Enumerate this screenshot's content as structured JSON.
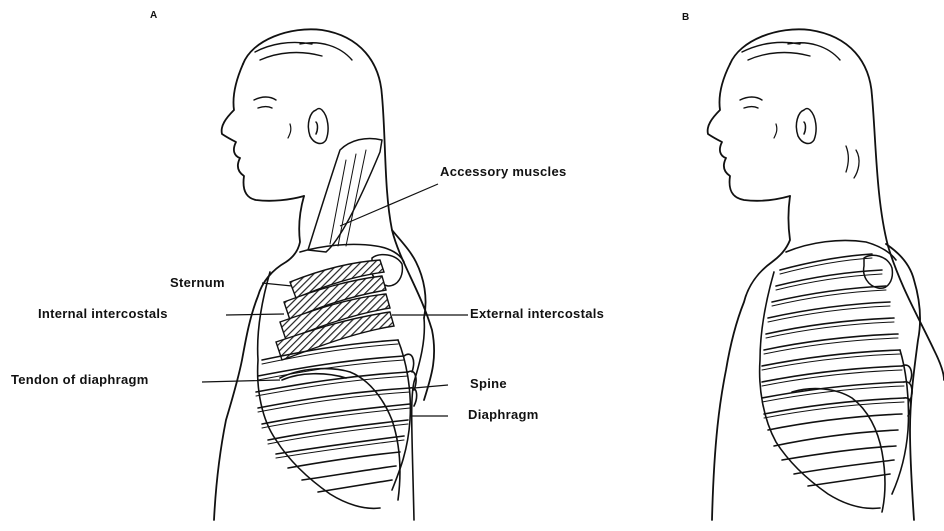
{
  "panels": {
    "a": {
      "letter": "A"
    },
    "b": {
      "letter": "B"
    }
  },
  "labels": {
    "accessory_muscles": "Accessory muscles",
    "sternum": "Sternum",
    "internal_intercostals": "Internal intercostals",
    "external_intercostals": "External intercostals",
    "tendon_of_diaphragm": "Tendon of diaphragm",
    "spine": "Spine",
    "diaphragm": "Diaphragm"
  },
  "colors": {
    "ink": "#111111",
    "background": "#ffffff",
    "hatch": "#222222"
  }
}
